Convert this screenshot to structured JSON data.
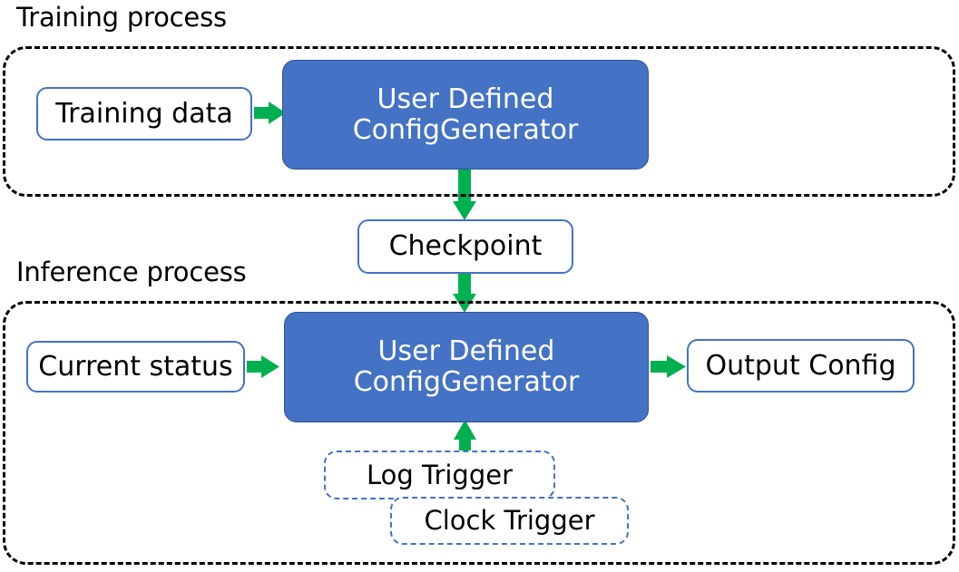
{
  "diagram": {
    "title_training": "Training process",
    "title_inference": "Inference process",
    "colors": {
      "process_fill": "#4472C4",
      "process_border": "#2F528F",
      "box_border": "#4472C4",
      "arrow": "#00B050",
      "group_border": "#000000",
      "text_dark": "#000000",
      "text_light": "#FFFFFF"
    }
  },
  "training_section": {
    "caption": "Training process",
    "nodes": {
      "training_data": "Training data",
      "config_generator_line1": "User Defined",
      "config_generator_line2": "ConfigGenerator"
    }
  },
  "bridge": {
    "checkpoint": "Checkpoint"
  },
  "inference_section": {
    "caption": "Inference process",
    "nodes": {
      "current_status": "Current status",
      "config_generator_line1": "User Defined",
      "config_generator_line2": "ConfigGenerator",
      "output_config": "Output Config",
      "log_trigger": "Log Trigger",
      "clock_trigger": "Clock Trigger"
    }
  },
  "arrows": [
    {
      "name": "training-data-to-generator",
      "from": "Training data",
      "to": "User Defined ConfigGenerator",
      "direction": "right"
    },
    {
      "name": "generator-to-checkpoint",
      "from": "User Defined ConfigGenerator",
      "to": "Checkpoint",
      "direction": "down"
    },
    {
      "name": "checkpoint-to-inference-generator",
      "from": "Checkpoint",
      "to": "User Defined ConfigGenerator",
      "direction": "down"
    },
    {
      "name": "current-status-to-generator",
      "from": "Current status",
      "to": "User Defined ConfigGenerator",
      "direction": "right"
    },
    {
      "name": "generator-to-output-config",
      "from": "User Defined ConfigGenerator",
      "to": "Output Config",
      "direction": "right"
    },
    {
      "name": "triggers-to-generator",
      "from": "Log Trigger / Clock Trigger",
      "to": "User Defined ConfigGenerator",
      "direction": "up"
    }
  ]
}
